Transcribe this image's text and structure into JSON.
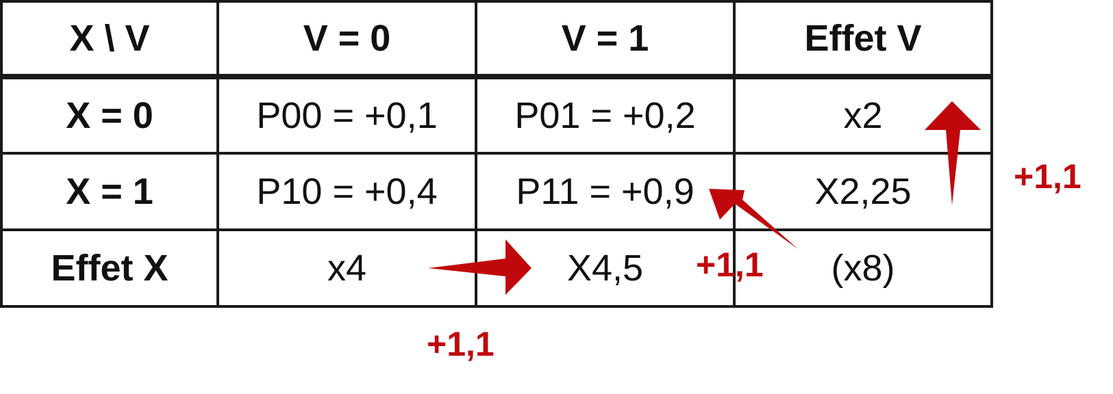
{
  "table": {
    "header": [
      "X \\ V",
      "V = 0",
      "V = 1",
      "Effet V"
    ],
    "rows": [
      {
        "label": "X = 0",
        "cells": [
          "P00 = +0,1",
          "P01 = +0,2",
          "x2"
        ]
      },
      {
        "label": "X = 1",
        "cells": [
          "P10 = +0,4",
          "P11 = +0,9",
          "X2,25"
        ]
      },
      {
        "label": "Effet X",
        "cells": [
          "x4",
          "X4,5",
          "(x8)"
        ]
      }
    ]
  },
  "annotations": {
    "gain_right": "+1,1",
    "gain_middle": "+1,1",
    "gain_bottom": "+1,1"
  },
  "colors": {
    "arrow": "#c0080c",
    "annotation_text": "#c0080c",
    "grid_line": "#1a1a1a"
  }
}
